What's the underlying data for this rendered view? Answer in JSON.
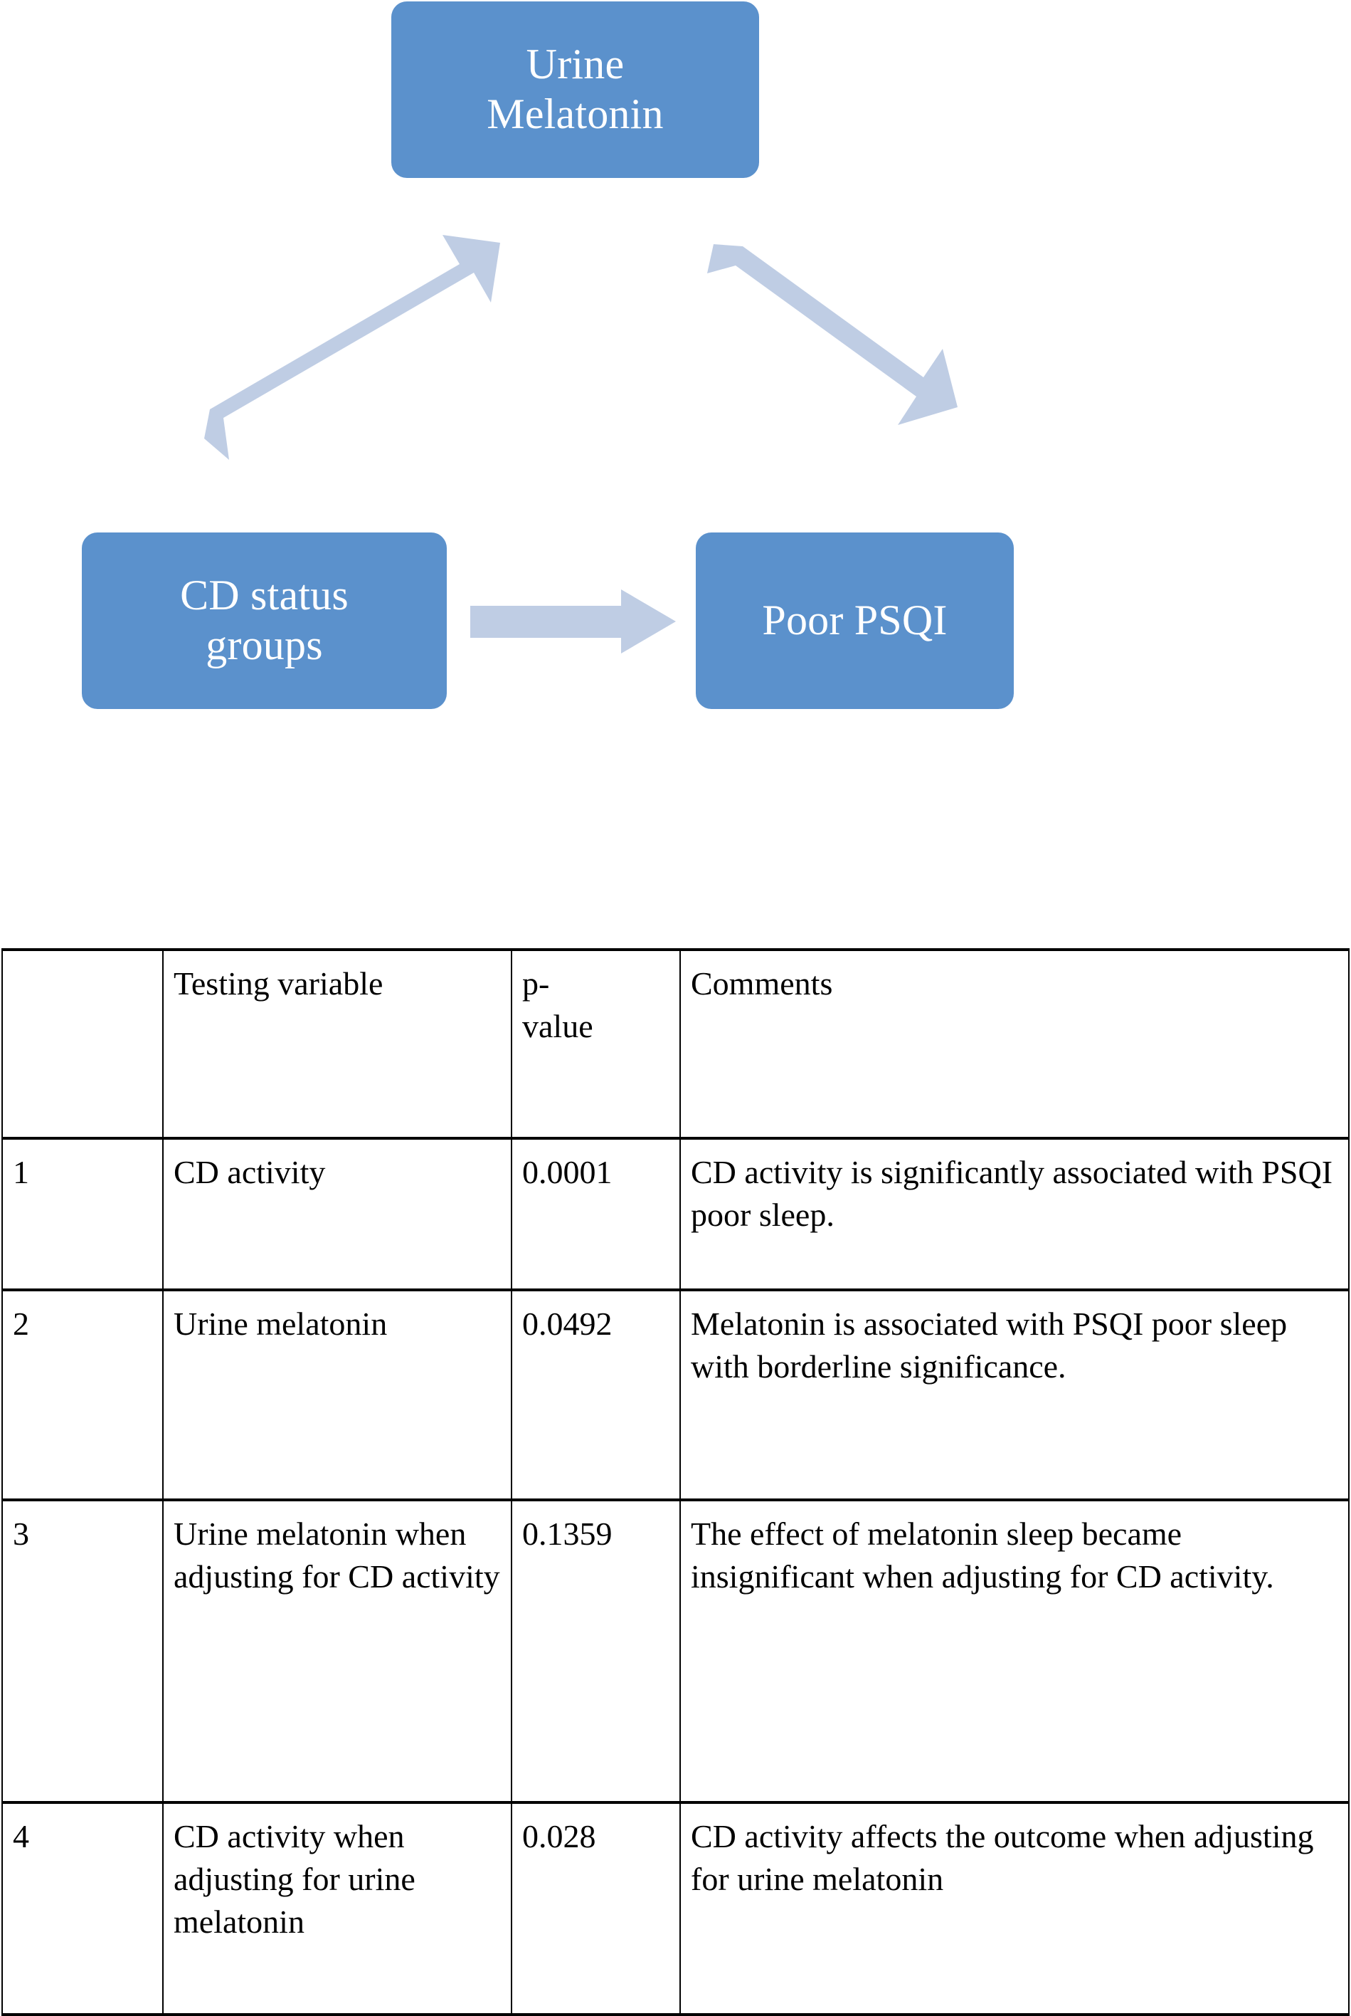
{
  "diagram": {
    "colors": {
      "node_fill": "#5b91cc",
      "node_text": "#ffffff",
      "arrow_fill": "#bfcde4",
      "background": "#ffffff"
    },
    "nodes": [
      {
        "id": "urine-melatonin",
        "label": "Urine\nMelatonin"
      },
      {
        "id": "cd-status-groups",
        "label": "CD status\ngroups"
      },
      {
        "id": "poor-psqi",
        "label": "Poor PSQI"
      }
    ],
    "arrows": [
      {
        "id": "cd-status-to-urine-melatonin",
        "from": "cd-status-groups",
        "to": "urine-melatonin",
        "direction": "up-right"
      },
      {
        "id": "urine-melatonin-to-poor-psqi",
        "from": "urine-melatonin",
        "to": "poor-psqi",
        "direction": "down-right"
      },
      {
        "id": "cd-status-to-poor-psqi",
        "from": "cd-status-groups",
        "to": "poor-psqi",
        "direction": "right"
      }
    ]
  },
  "chart_data": {
    "type": "table",
    "title": "",
    "columns": [
      "",
      "Testing variable",
      "p-value",
      "Comments"
    ],
    "rows": [
      {
        "num": "1",
        "variable": "CD activity",
        "p_value": "0.0001",
        "comment": "CD activity is significantly associated with PSQI poor sleep."
      },
      {
        "num": "2",
        "variable": "Urine melatonin",
        "p_value": "0.0492",
        "comment": "Melatonin is associated with PSQI poor sleep with borderline significance."
      },
      {
        "num": "3",
        "variable": "Urine melatonin when adjusting for CD activity",
        "p_value": "0.1359",
        "comment": "The effect of melatonin sleep became insignificant when adjusting for CD activity."
      },
      {
        "num": "4",
        "variable": "CD activity when adjusting for urine melatonin",
        "p_value": "0.028",
        "comment": "CD activity affects the outcome when adjusting for urine melatonin"
      }
    ]
  },
  "table": {
    "headers": {
      "col_num": "",
      "col_variable": "Testing variable",
      "col_pvalue": "p-\nvalue",
      "col_comments": "Comments"
    },
    "rows": [
      {
        "num": "1",
        "variable": "CD activity",
        "p_value": "0.0001",
        "comment": "CD activity is significantly associated with PSQI poor sleep."
      },
      {
        "num": "2",
        "variable": "Urine melatonin",
        "p_value": "0.0492",
        "comment": "Melatonin is associated with PSQI poor sleep with borderline significance."
      },
      {
        "num": "3",
        "variable": "Urine melatonin when adjusting for CD activity",
        "p_value": "0.1359",
        "comment": "The effect of melatonin sleep became insignificant when adjusting for CD activity."
      },
      {
        "num": "4",
        "variable": "CD activity when adjusting for urine melatonin",
        "p_value": "0.028",
        "comment": "CD activity affects the outcome when adjusting for urine melatonin"
      }
    ]
  }
}
